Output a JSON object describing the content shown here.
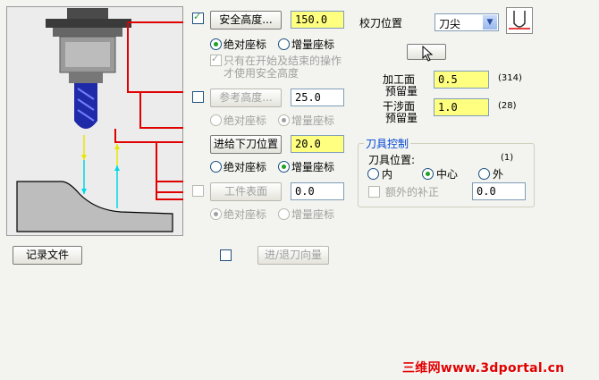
{
  "safe_height": {
    "button": "安全高度...",
    "value": "150.0",
    "radio_abs": "绝对座标",
    "radio_inc": "增量座标",
    "only_start_end": "只有在开始及结束的操作",
    "only_start_end2": "才使用安全高度"
  },
  "ref_height": {
    "button": "参考高度...",
    "value": "25.0",
    "radio_abs": "绝对座标",
    "radio_inc": "增量座标"
  },
  "feed_plane": {
    "button": "进给下刀位置",
    "value": "20.0",
    "radio_abs": "绝对座标",
    "radio_inc": "增量座标"
  },
  "work_surface": {
    "button": "工件表面",
    "value": "0.0",
    "radio_abs": "绝对座标",
    "radio_inc": "增量座标"
  },
  "record_file": "记录文件",
  "lead_vector": "进/退刀向量",
  "tool_pos": {
    "label": "校刀位置",
    "selected": "刀尖"
  },
  "stock": {
    "wall_label1": "加工面",
    "wall_label2": "预留量",
    "wall_value": "0.5",
    "wall_code": "(314)",
    "floor_label1": "干涉面",
    "floor_label2": "预留量",
    "floor_value": "1.0",
    "floor_code": "(28)"
  },
  "comp": {
    "title": "刀具控制",
    "pos_label": "刀具位置:",
    "pos_code": "(1)",
    "in": "内",
    "center": "中心",
    "out": "外",
    "extra": "额外的补正",
    "extra_value": "0.0"
  },
  "watermark": "三维网www.3dportal.cn",
  "colors": {
    "accent_red": "#e00000",
    "highlight": "#ffff80",
    "radio_green": "#21a121"
  }
}
